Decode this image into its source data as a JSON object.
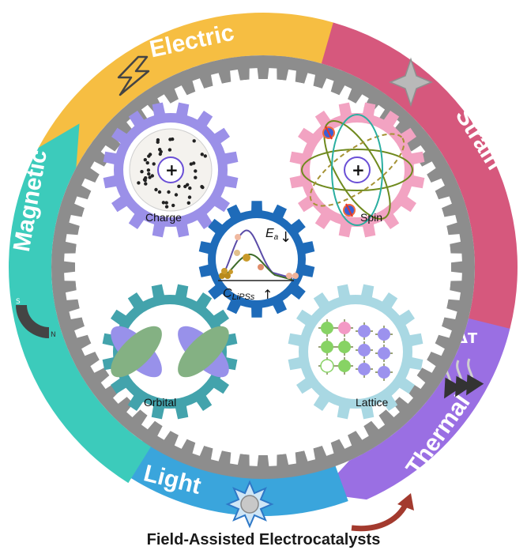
{
  "caption": "Field-Assisted Electrocatalysts",
  "fields": {
    "electric": "Electric",
    "strain": "Strain",
    "thermal": "Thermal",
    "light": "Light",
    "magnetic": "Magnetic"
  },
  "gears": {
    "charge": "Charge",
    "spin": "Spin",
    "orbital": "Orbital",
    "lattice": "Lattice",
    "center_energy": "E",
    "center_energy_sub": "a",
    "center_conc": "C",
    "center_conc_sub": "LiPSs"
  },
  "symbols": {
    "plus": "+",
    "delta_t": "ΔT",
    "arrow_down": "↓",
    "arrow_up": "↑",
    "magnet_s": "S",
    "magnet_n": "N"
  },
  "colors": {
    "electric": "#f6be42",
    "strain": "#d6587d",
    "thermal": "#9a6fe3",
    "light": "#3aa5dc",
    "magnetic": "#3ccbbb",
    "gear_charge": "#9b90e8",
    "gear_spin": "#f2a3c2",
    "gear_orbital": "#43a3ac",
    "gear_lattice": "#a9d8e3",
    "gear_center": "#1e6bb9",
    "ring_gear": "#8d8d8d"
  }
}
